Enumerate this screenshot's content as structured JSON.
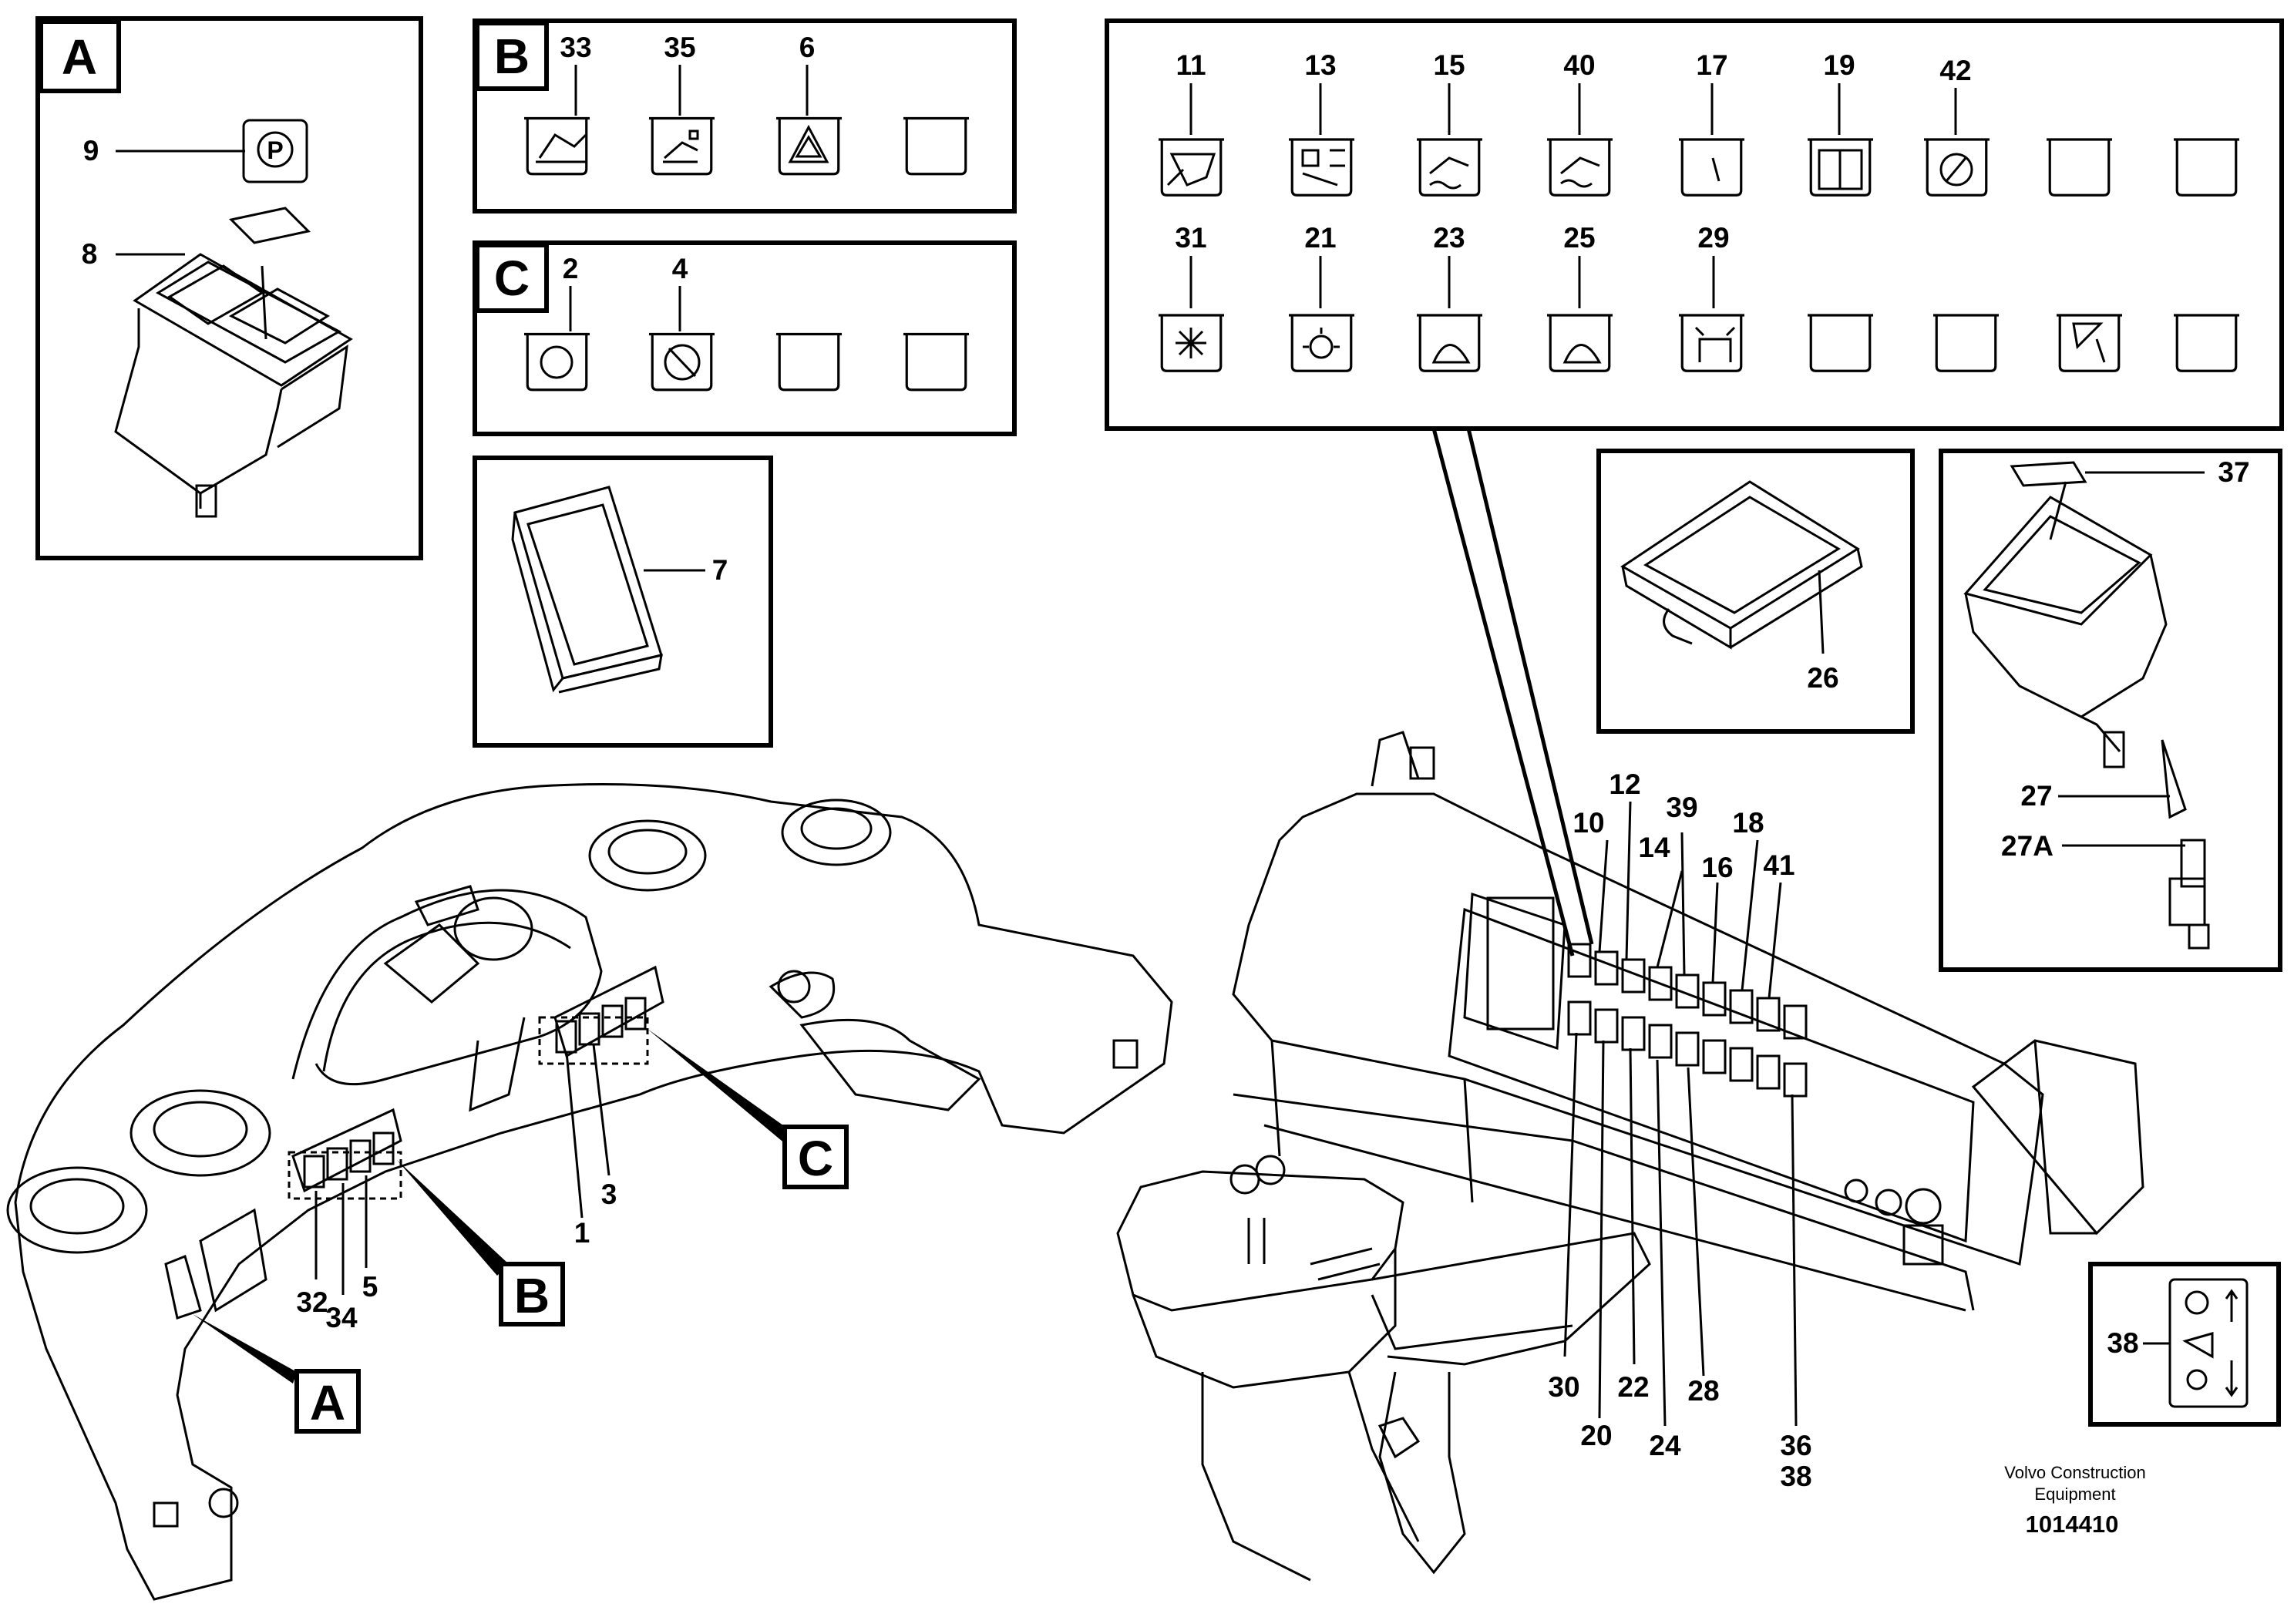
{
  "panels": {
    "A": {
      "letter": "A",
      "labels": [
        "9",
        "8"
      ]
    },
    "B": {
      "letter": "B",
      "labels": [
        "33",
        "35",
        "6"
      ]
    },
    "C": {
      "letter": "C",
      "labels": [
        "2",
        "4"
      ]
    },
    "panel7": {
      "labels": [
        "7"
      ]
    },
    "grid": {
      "row1": [
        "11",
        "13",
        "15",
        "40",
        "17",
        "19",
        "42"
      ],
      "row2": [
        "31",
        "21",
        "23",
        "25",
        "29"
      ]
    },
    "panel26": {
      "labels": [
        "26"
      ]
    },
    "panel37": {
      "labels": [
        "37",
        "27",
        "27A"
      ]
    },
    "panel38": {
      "labels": [
        "38"
      ]
    }
  },
  "callouts": {
    "A": "A",
    "B": "B",
    "C": "C"
  },
  "left_labels": [
    "1",
    "3",
    "5",
    "32",
    "34"
  ],
  "right_top_labels": [
    "12",
    "39",
    "10",
    "14",
    "18",
    "16",
    "41"
  ],
  "right_bottom_labels": [
    "30",
    "20",
    "22",
    "24",
    "28",
    "36",
    "38"
  ],
  "credit": {
    "line1": "Volvo Construction",
    "line2": "Equipment",
    "part_number": "1014410"
  }
}
